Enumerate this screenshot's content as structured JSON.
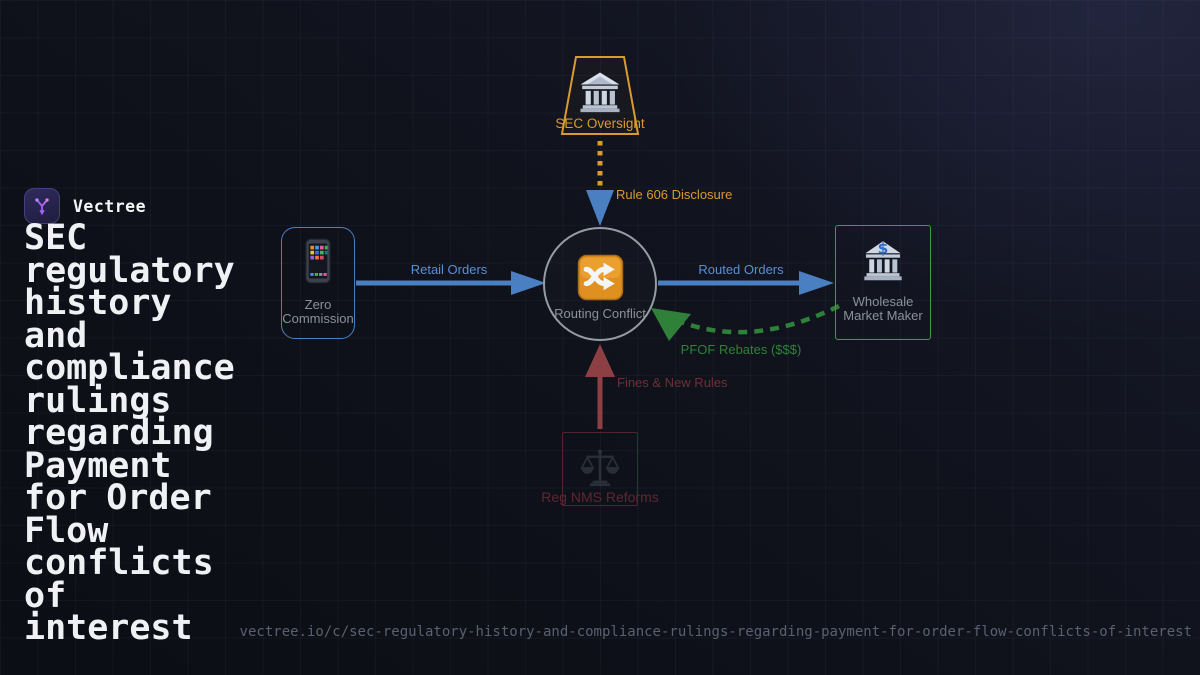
{
  "brand": {
    "name": "Vectree"
  },
  "page": {
    "title": "SEC regulatory history and compliance rulings regarding Payment for Order Flow conflicts of interest",
    "url": "vectree.io/c/sec-regulatory-history-and-compliance-rulings-regarding-payment-for-order-flow-conflicts-of-interest"
  },
  "diagram": {
    "nodes": {
      "sec_oversight": {
        "label": "SEC Oversight",
        "icon": "bank-building-icon",
        "shape": "trapezoid",
        "accent": "#d99b2e"
      },
      "zero_commission": {
        "label": "Zero Commission",
        "icon": "smartphone-icon",
        "shape": "rounded-rectangle",
        "accent": "#4a7fc1"
      },
      "routing_conflict": {
        "label": "Routing Conflict",
        "icon": "shuffle-icon",
        "shape": "circle",
        "accent": "#979ca4"
      },
      "wholesale_market_maker": {
        "label": "Wholesale Market Maker",
        "icon": "bank-dollar-icon",
        "shape": "rectangle",
        "accent": "#3d9c47"
      },
      "reg_nms_reforms": {
        "label": "Reg NMS Reforms",
        "icon": "scales-icon",
        "shape": "rectangle",
        "accent": "#5e2731",
        "state": "faded"
      }
    },
    "edges": {
      "retail_orders": {
        "label": "Retail Orders",
        "from": "zero_commission",
        "to": "routing_conflict",
        "color": "#4a7fc1",
        "style": "solid"
      },
      "rule_606_disclosure": {
        "label": "Rule 606 Disclosure",
        "from": "sec_oversight",
        "to": "routing_conflict",
        "color": "#d99b2e",
        "style": "dotted"
      },
      "routed_orders": {
        "label": "Routed Orders",
        "from": "routing_conflict",
        "to": "wholesale_market_maker",
        "color": "#4a7fc1",
        "style": "solid"
      },
      "pfof_rebates": {
        "label": "PFOF Rebates ($$$)",
        "from": "wholesale_market_maker",
        "to": "routing_conflict",
        "color": "#2f8038",
        "style": "dashed"
      },
      "fines_new_rules": {
        "label": "Fines & New Rules",
        "from": "reg_nms_reforms",
        "to": "routing_conflict",
        "color": "#8c4044",
        "style": "solid"
      }
    }
  }
}
